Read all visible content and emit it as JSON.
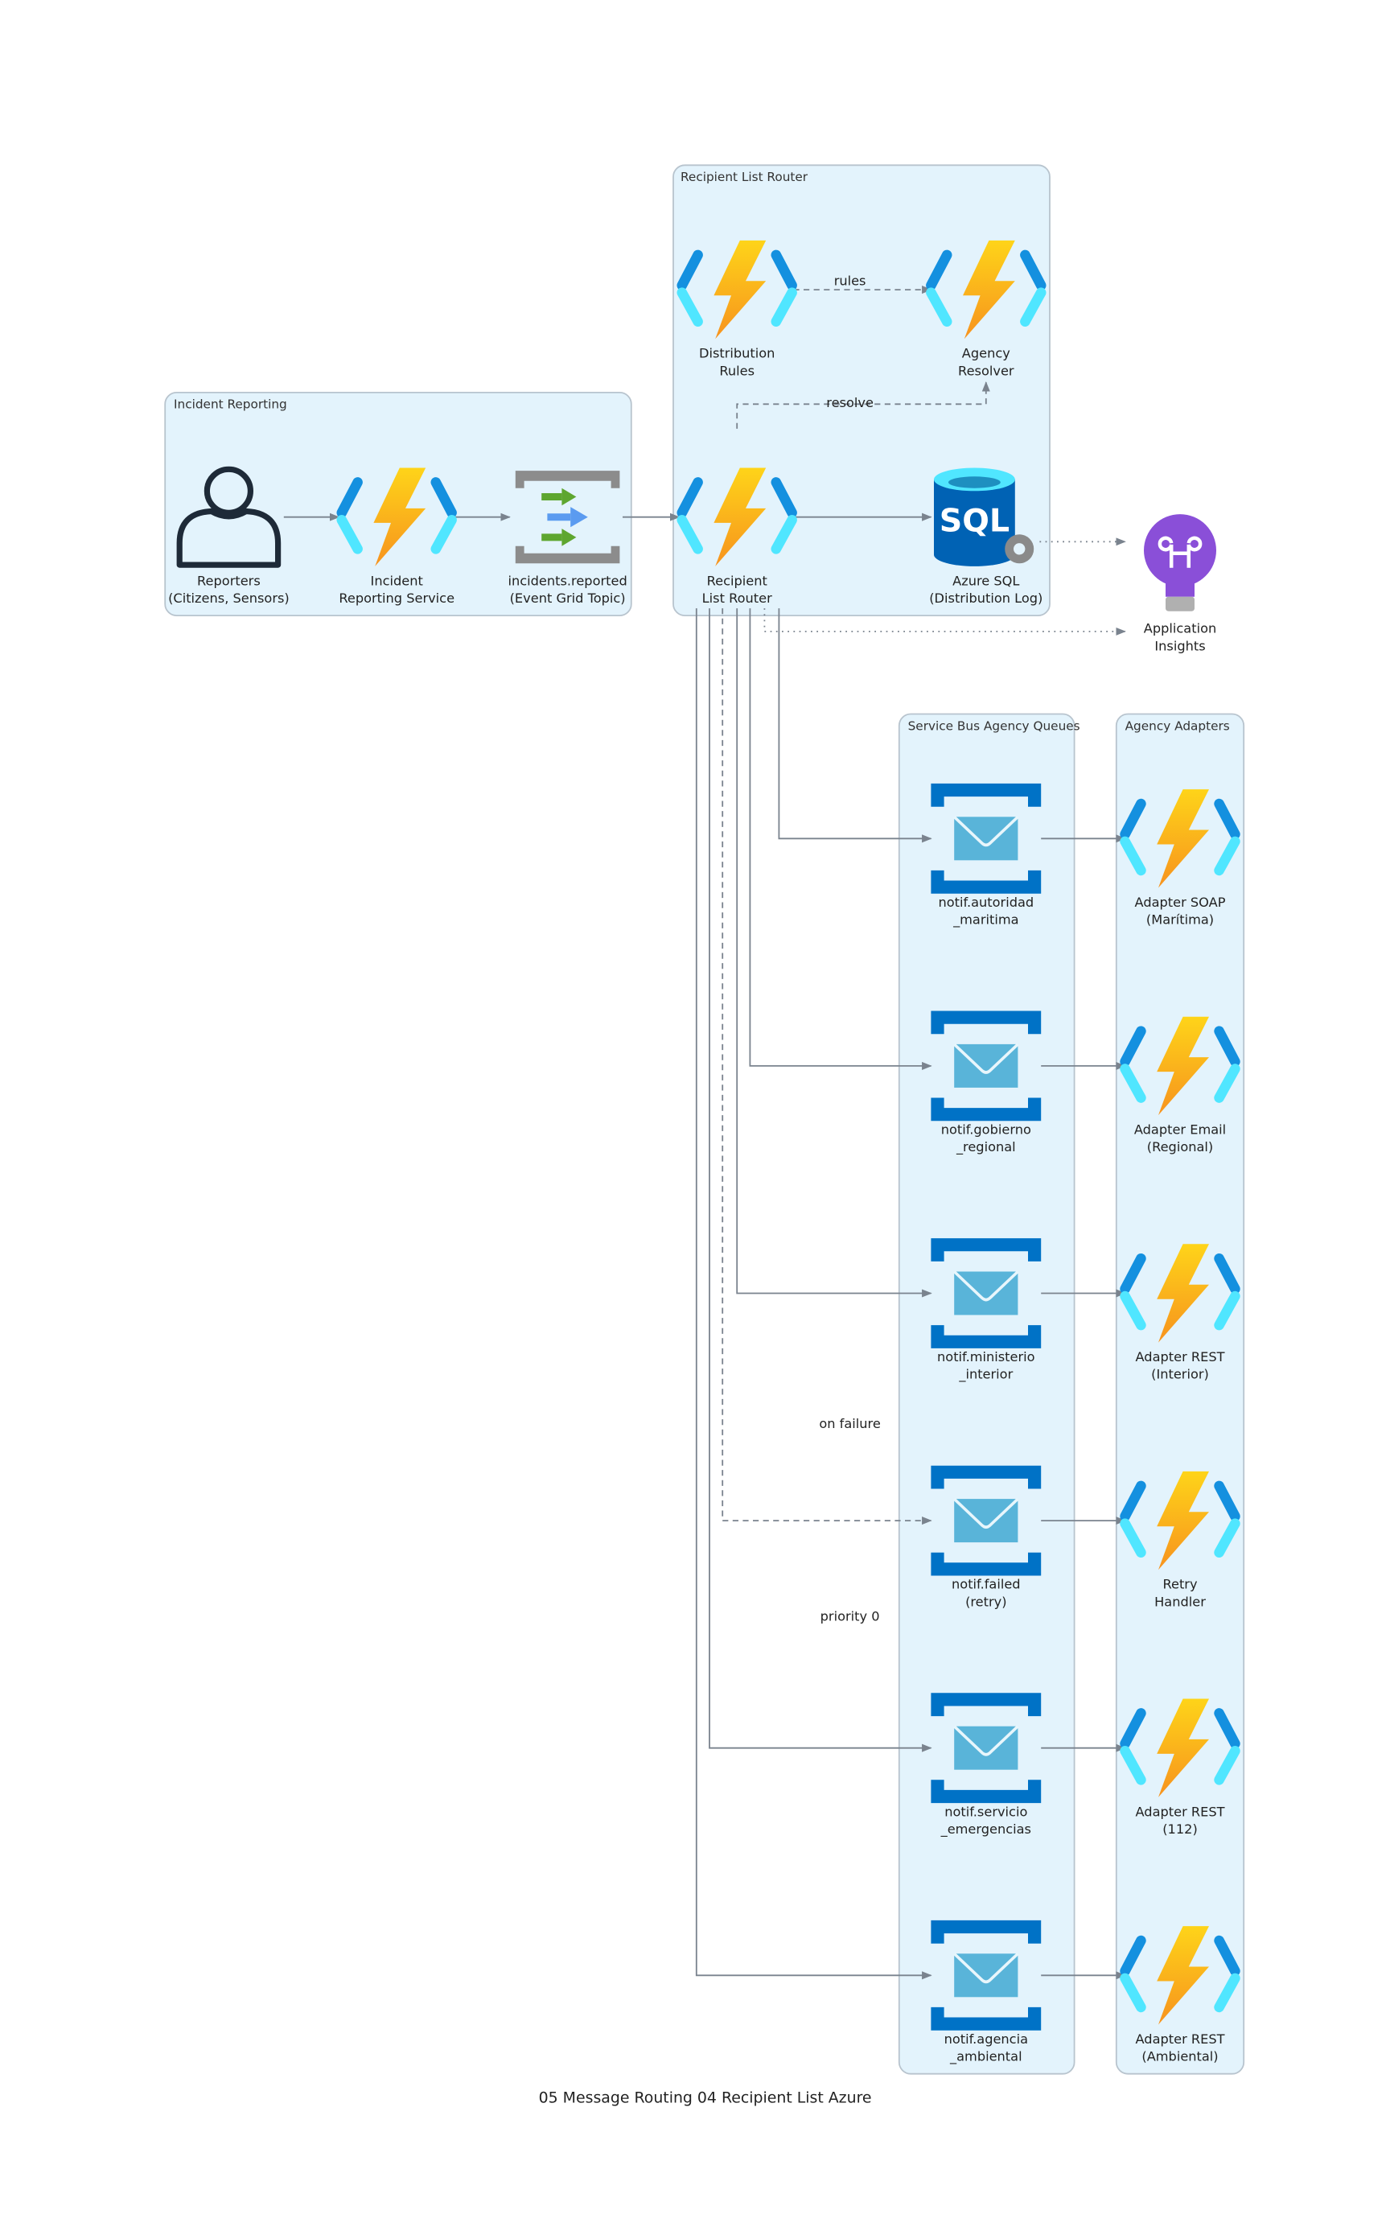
{
  "title": "05 Message Routing 04 Recipient List Azure",
  "clusters": {
    "incident": "Incident Reporting",
    "router": "Recipient List Router",
    "queues": "Service Bus Agency Queues",
    "adapters": "Agency Adapters"
  },
  "nodes": {
    "reporters": [
      "Reporters",
      "(Citizens, Sensors)"
    ],
    "incident_service": [
      "Incident",
      "Reporting Service"
    ],
    "event_grid": [
      "incidents.reported",
      "(Event Grid Topic)"
    ],
    "router": [
      "Recipient",
      "List Router"
    ],
    "sql": [
      "Azure SQL",
      "(Distribution Log)"
    ],
    "rules": [
      "Distribution",
      "Rules"
    ],
    "resolver": [
      "Agency",
      "Resolver"
    ],
    "insights": [
      "Application",
      "Insights"
    ]
  },
  "queues": [
    [
      "notif.autoridad",
      "_maritima"
    ],
    [
      "notif.gobierno",
      "_regional"
    ],
    [
      "notif.ministerio",
      "_interior"
    ],
    [
      "notif.failed",
      "(retry)"
    ],
    [
      "notif.servicio",
      "_emergencias"
    ],
    [
      "notif.agencia",
      "_ambiental"
    ]
  ],
  "adapters": [
    [
      "Adapter SOAP",
      "(Marítima)"
    ],
    [
      "Adapter Email",
      "(Regional)"
    ],
    [
      "Adapter REST",
      "(Interior)"
    ],
    [
      "Retry",
      "Handler"
    ],
    [
      "Adapter REST",
      "(112)"
    ],
    [
      "Adapter REST",
      "(Ambiental)"
    ]
  ],
  "edge_labels": {
    "rules": "rules",
    "resolve": "resolve",
    "on_failure": "on failure",
    "priority": "priority 0"
  },
  "colors": {
    "cluster_fill": "#e3f3fc",
    "edge": "#7a838e",
    "function_dark": "#1490df",
    "function_light": "#50e6ff",
    "queue": "#0072c6",
    "envelope": "#59b4d9",
    "insights": "#8a4fd8"
  }
}
